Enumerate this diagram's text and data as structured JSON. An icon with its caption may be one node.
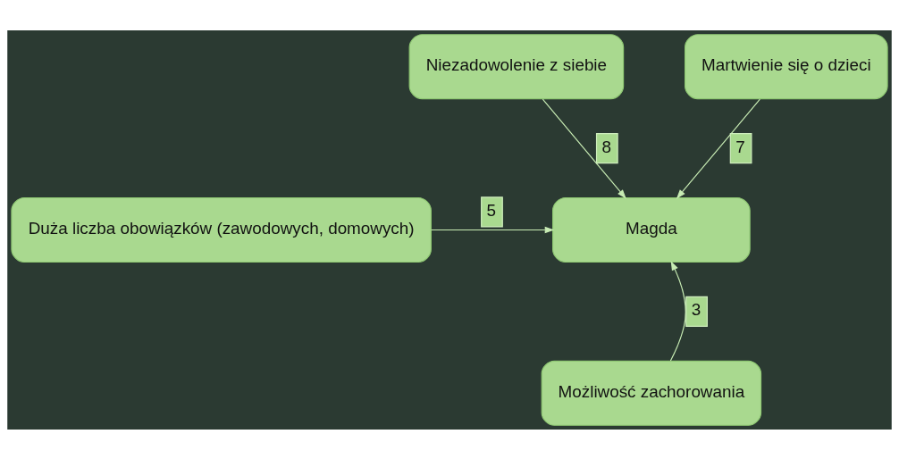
{
  "diagram": {
    "nodes": [
      {
        "text": [
          "Niezadowolenie z siebie"
        ]
      },
      {
        "text": [
          "Martwienie się o dzieci"
        ]
      },
      {
        "text": [
          "Magda"
        ]
      },
      {
        "text": [
          "Duża liczba obowiązków (zawodowych, domowych)"
        ]
      },
      {
        "text": [
          "Możliwość zachorowania"
        ]
      }
    ],
    "edges": [
      {
        "from": 0,
        "to": 2,
        "arrow": "to",
        "label": "8"
      },
      {
        "from": 1,
        "to": 2,
        "arrow": "to",
        "label": "7"
      },
      {
        "from": 3,
        "to": 2,
        "arrow": "to",
        "label": "5"
      },
      {
        "from": 4,
        "to": 2,
        "arrow": "to",
        "label": "3"
      }
    ]
  }
}
